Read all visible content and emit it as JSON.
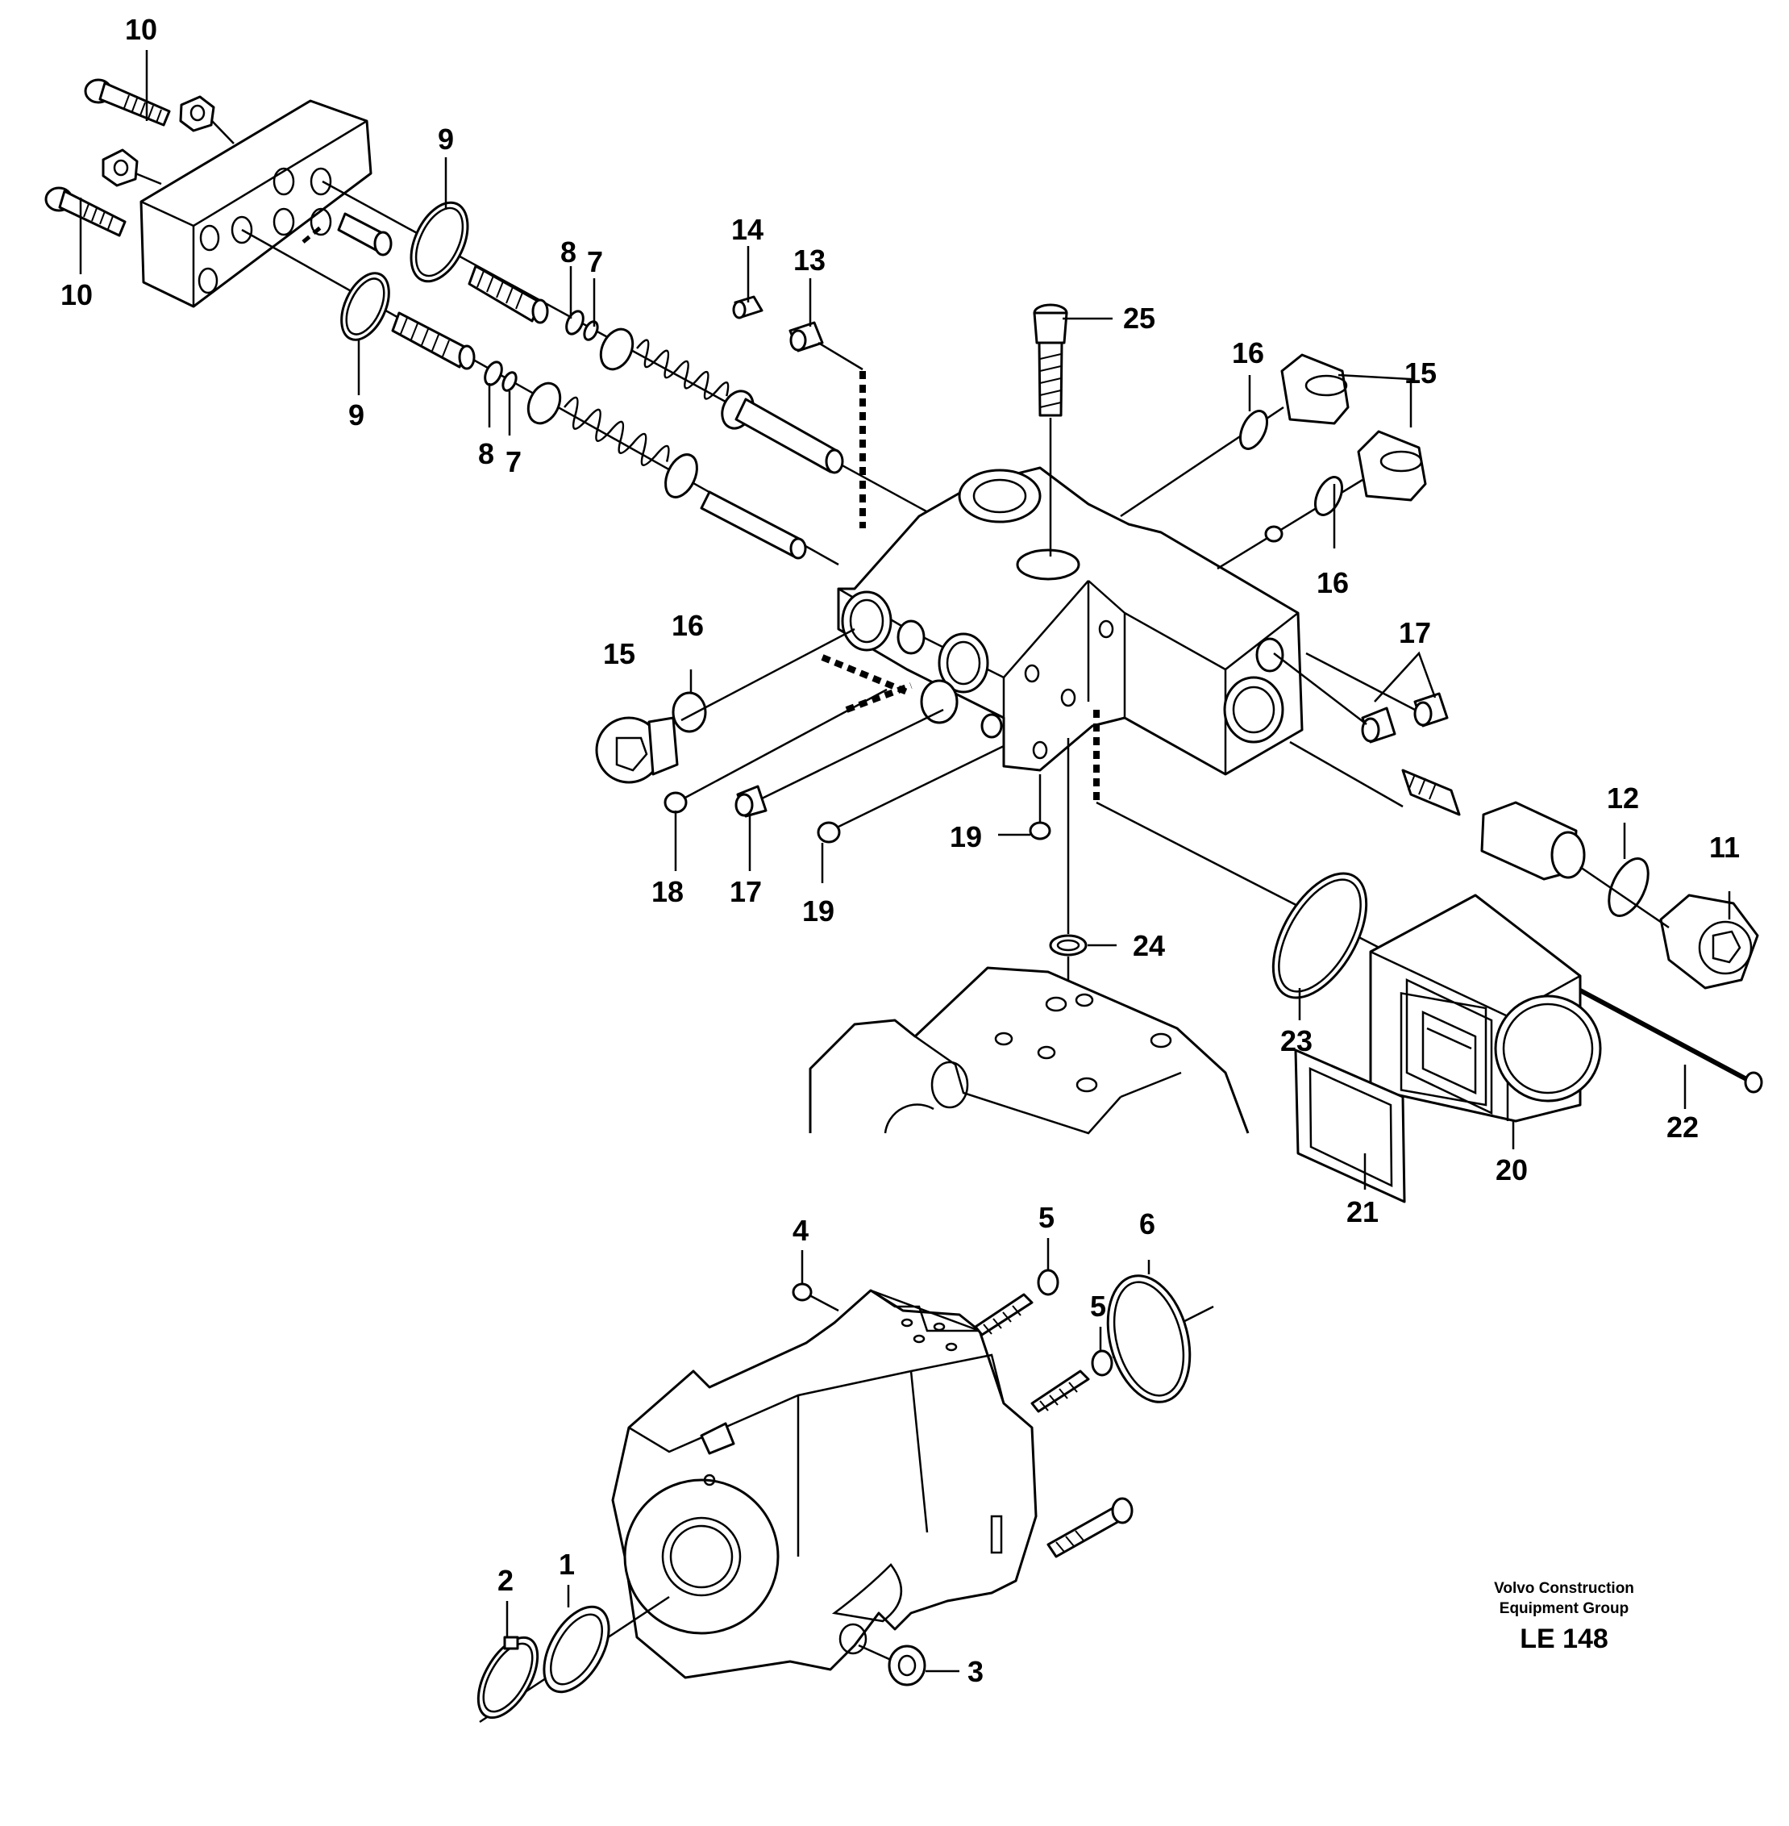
{
  "callouts": {
    "c10a": "10",
    "c10b": "10",
    "c9a": "9",
    "c9b": "9",
    "c8a": "8",
    "c7a": "7",
    "c8b": "8",
    "c7b": "7",
    "c14": "14",
    "c13": "13",
    "c25": "25",
    "c16a": "16",
    "c15a": "15",
    "c16b": "16",
    "c15b": "15",
    "c16c": "16",
    "c17a": "17",
    "c18": "18",
    "c17b": "17",
    "c19a": "19",
    "c19b": "19",
    "c12": "12",
    "c11": "11",
    "c24": "24",
    "c23": "23",
    "c20": "20",
    "c21": "21",
    "c22": "22",
    "c4": "4",
    "c5a": "5",
    "c5b": "5",
    "c6": "6",
    "c2": "2",
    "c1": "1",
    "c3": "3"
  },
  "credit": {
    "line1": "Volvo Construction",
    "line2": "Equipment Group",
    "code": "LE 148"
  }
}
